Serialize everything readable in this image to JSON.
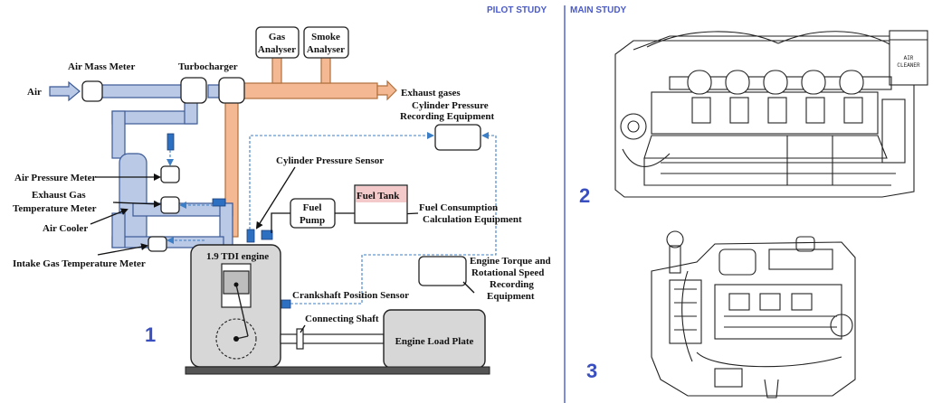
{
  "headers": {
    "pilot": "PILOT STUDY",
    "main": "MAIN STUDY"
  },
  "panel_numbers": {
    "one": "1",
    "two": "2",
    "three": "3"
  },
  "labels": {
    "gas_analyser_1": "Gas",
    "gas_analyser_2": "Analyser",
    "smoke_analyser_1": "Smoke",
    "smoke_analyser_2": "Analyser",
    "air_mass_meter": "Air Mass Meter",
    "turbocharger": "Turbocharger",
    "air": "Air",
    "exhaust_gases": "Exhaust gases",
    "cyl_pressure_rec_1": "Cylinder Pressure",
    "cyl_pressure_rec_2": "Recording Equipment",
    "cylinder_pressure_sensor": "Cylinder Pressure Sensor",
    "air_pressure_meter": "Air Pressure Meter",
    "exhaust_temp_1": "Exhaust Gas",
    "exhaust_temp_2": "Temperature Meter",
    "air_cooler": "Air Cooler",
    "intake_temp": "Intake Gas Temperature Meter",
    "fuel_pump_1": "Fuel",
    "fuel_pump_2": "Pump",
    "fuel_tank": "Fuel Tank",
    "fuel_consumption_1": "Fuel Consumption",
    "fuel_consumption_2": "Calculation Equipment",
    "engine": "1.9 TDI engine",
    "torque_1": "Engine Torque and",
    "torque_2": "Rotational Speed",
    "torque_3": "Recording",
    "torque_4": "Equipment",
    "crankshaft_sensor": "Crankshaft Position  Sensor",
    "connecting_shaft": "Connecting Shaft",
    "load_plate": "Engine Load Plate",
    "air_cleaner_1": "AIR",
    "air_cleaner_2": "CLEANER"
  },
  "colors": {
    "header_blue": "#4a5ac8",
    "panel_number_blue": "#3a4fbf",
    "air_duct": "#b9c9e6",
    "exhaust_duct": "#f4b992",
    "signal_line": "#3d7fc6",
    "divider": "#5566cc"
  },
  "icons": {
    "engine_drawing_2": "v12-engine-side-view",
    "engine_drawing_3": "engine-end-view"
  }
}
